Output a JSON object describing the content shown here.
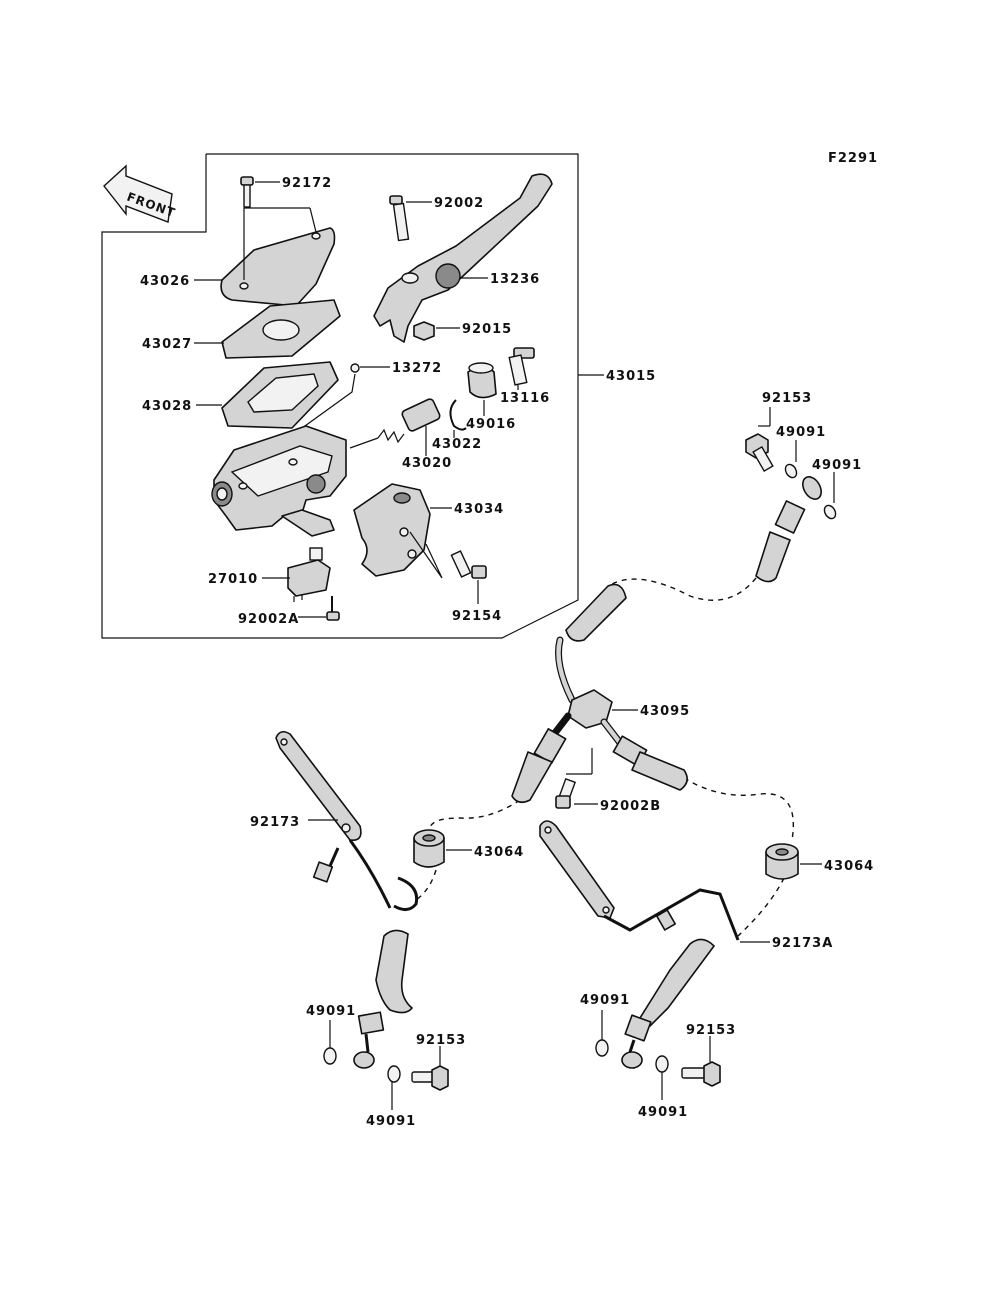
{
  "figure_code": "F2291",
  "front_label": "FRONT",
  "callouts": {
    "c92172": "92172",
    "c92002": "92002",
    "c43026": "43026",
    "c13236": "13236",
    "c43027": "43027",
    "c92015": "92015",
    "c13272": "13272",
    "c43015": "43015",
    "c43028": "43028",
    "c13116": "13116",
    "c49016": "49016",
    "c43022": "43022",
    "c43020": "43020",
    "c43034": "43034",
    "c27010": "27010",
    "c92154": "92154",
    "c92002A": "92002A",
    "c92153_top": "92153",
    "c49091_top1": "49091",
    "c49091_top2": "49091",
    "c43095": "43095",
    "c92002B": "92002B",
    "c92173": "92173",
    "c43064_left": "43064",
    "c43064_right": "43064",
    "c92173A": "92173A",
    "c49091_left_a": "49091",
    "c92153_left": "92153",
    "c49091_left_b": "49091",
    "c49091_right_a": "49091",
    "c92153_right": "92153",
    "c49091_right_b": "49091"
  }
}
